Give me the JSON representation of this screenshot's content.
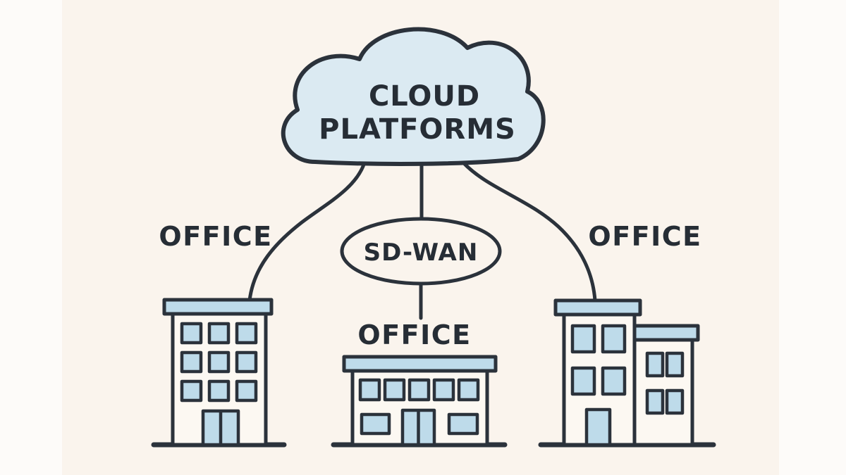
{
  "colors": {
    "background": "#faf4ed",
    "margin_background": "#fdfbf9",
    "outline": "#2b323b",
    "text": "#262d35",
    "cloud_fill": "#dbeaf2",
    "accent_fill": "#bedbea",
    "building_fill": "#fcf8f2"
  },
  "cloud": {
    "label_line1": "CLOUD",
    "label_line2": "PLATFORMS"
  },
  "hub": {
    "label": "SD-WAN"
  },
  "offices": [
    {
      "label": "OFFICE"
    },
    {
      "label": "OFFICE"
    },
    {
      "label": "OFFICE"
    }
  ]
}
